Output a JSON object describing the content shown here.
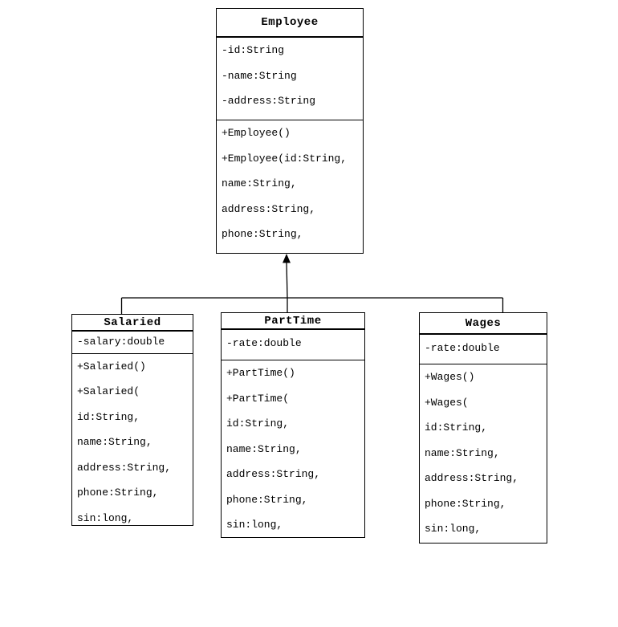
{
  "diagram": {
    "type": "uml-class-diagram",
    "background_color": "#ffffff",
    "line_color": "#000000",
    "text_color": "#000000"
  },
  "classes": [
    {
      "name": "Employee",
      "attributes": [
        "-id:String",
        "-name:String",
        "-address:String"
      ],
      "methods": [
        "+Employee()",
        "+Employee(id:String,",
        "name:String,",
        "address:String,",
        "phone:String,"
      ]
    },
    {
      "name": "Salaried",
      "attributes": [
        "-salary:double"
      ],
      "methods": [
        "+Salaried()",
        "+Salaried(",
        "id:String,",
        "name:String,",
        "address:String,",
        "phone:String,",
        "sin:long,"
      ]
    },
    {
      "name": "PartTime",
      "attributes": [
        "-rate:double"
      ],
      "methods": [
        "+PartTime()",
        "+PartTime(",
        "id:String,",
        "name:String,",
        "address:String,",
        "phone:String,",
        "sin:long,"
      ]
    },
    {
      "name": "Wages",
      "attributes": [
        "-rate:double"
      ],
      "methods": [
        "+Wages()",
        "+Wages(",
        "id:String,",
        "name:String,",
        "address:String,",
        "phone:String,",
        "sin:long,"
      ]
    }
  ],
  "relationships": [
    {
      "type": "generalization",
      "from": "Salaried",
      "to": "Employee"
    },
    {
      "type": "generalization",
      "from": "PartTime",
      "to": "Employee"
    },
    {
      "type": "generalization",
      "from": "Wages",
      "to": "Employee"
    }
  ]
}
